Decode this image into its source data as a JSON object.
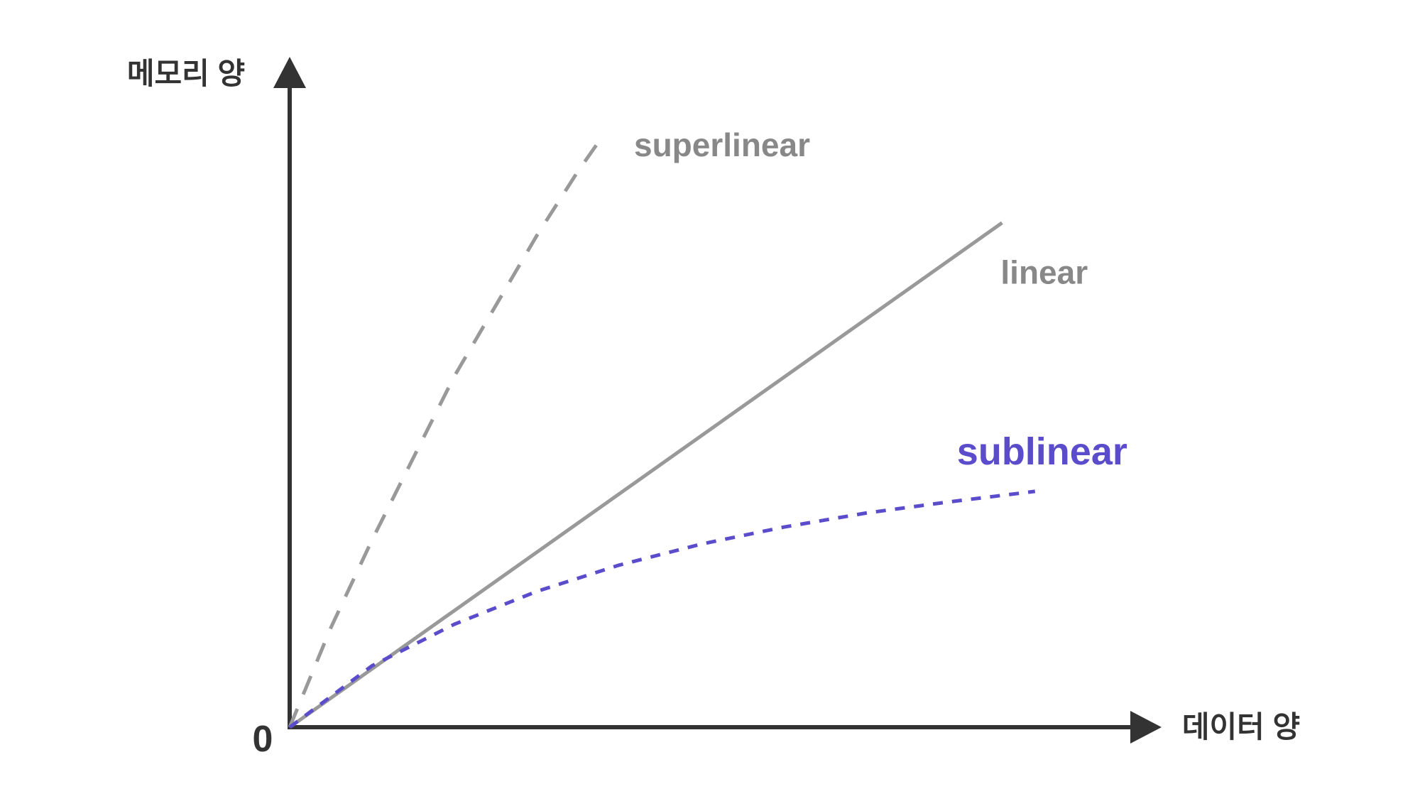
{
  "chart_data": {
    "type": "line",
    "title": "",
    "xlabel": "데이터 양",
    "ylabel": "메모리 양",
    "origin_label": "0",
    "grid": false,
    "ticks": false,
    "xlim": [
      0,
      100
    ],
    "ylim": [
      0,
      100
    ],
    "series": [
      {
        "name": "superlinear",
        "style": "dashed",
        "color": "#999999",
        "label_color": "#888888",
        "x": [
          0,
          5,
          10,
          15,
          20,
          25,
          30,
          35,
          37.5
        ],
        "y": [
          0,
          17,
          32,
          46,
          60,
          72,
          84,
          95,
          100
        ]
      },
      {
        "name": "linear",
        "style": "solid",
        "color": "#999999",
        "label_color": "#888888",
        "x": [
          0,
          86.5
        ],
        "y": [
          0,
          86.2
        ]
      },
      {
        "name": "sublinear",
        "style": "dotted",
        "color": "#5b4ccc",
        "label_color": "#5b4ccc",
        "x": [
          0,
          10,
          20,
          30,
          40,
          50,
          60,
          70,
          80,
          90.5
        ],
        "y": [
          0,
          10.5,
          17.6,
          23.2,
          27.7,
          31.3,
          34.2,
          36.6,
          38.5,
          40.3
        ]
      }
    ],
    "colors": {
      "axis": "#333333",
      "background": "#ffffff"
    }
  }
}
